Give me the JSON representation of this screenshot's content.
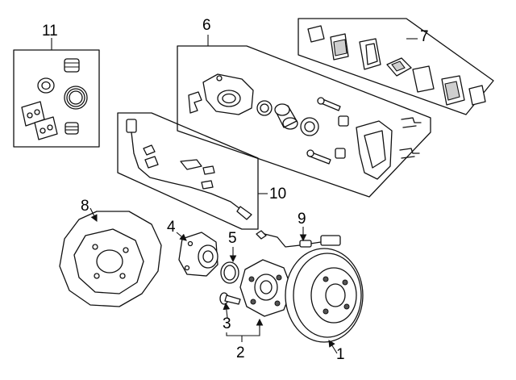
{
  "callouts": {
    "c1": "1",
    "c2": "2",
    "c3": "3",
    "c4": "4",
    "c5": "5",
    "c6": "6",
    "c7": "7",
    "c8": "8",
    "c9": "9",
    "c10": "10",
    "c11": "11"
  }
}
